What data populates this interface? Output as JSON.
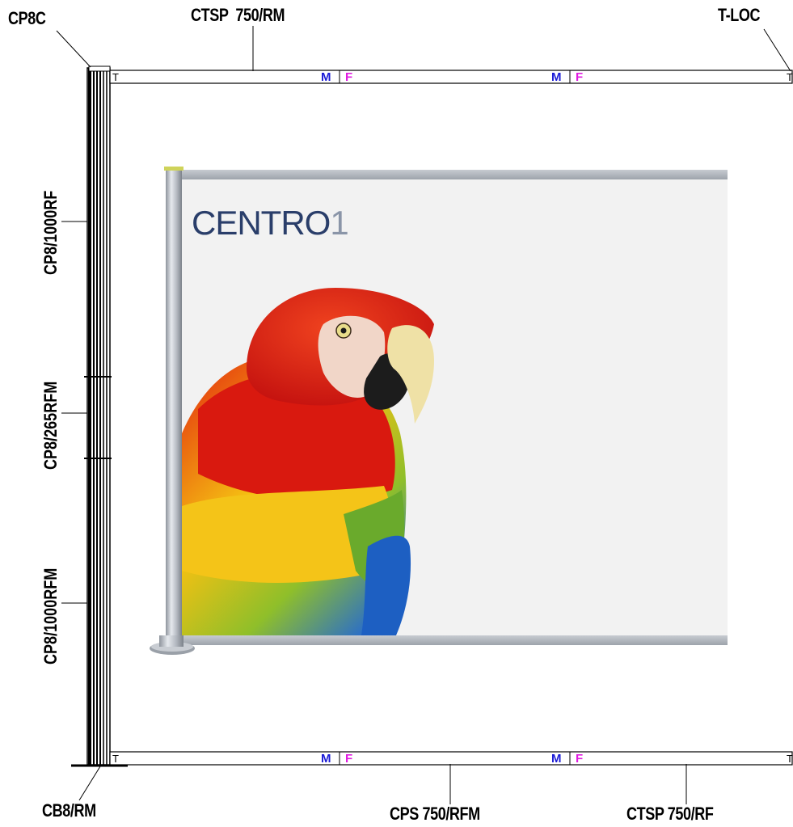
{
  "labels": {
    "cp8c": "CP8C",
    "ctsp_top": "CTSP  750/RM",
    "tloc": "T-LOC",
    "cp8_1000rf": "CP8/1000RF",
    "cp8_265rfm": "CP8/265RFM",
    "cp8_1000rfm": "CP8/1000RFM",
    "cb8_rm": "CB8/RM",
    "cps_750_rfm": "CPS 750/RFM",
    "ctsp_750_rf": "CTSP 750/RF"
  },
  "rail_marks": {
    "t": "T",
    "m": "M",
    "f": "F"
  },
  "banner": {
    "brand_main": "CENTRO",
    "brand_num": "1"
  },
  "colors": {
    "m_mark": "#1a1ad6",
    "f_mark": "#e01be0",
    "brand": "#2a3e6a",
    "brand_num": "#8a95a8",
    "rail": "#aab0b8",
    "panel_bg": "#f2f2f2"
  },
  "icons": {
    "parrot": "scarlet-macaw-illustration"
  }
}
